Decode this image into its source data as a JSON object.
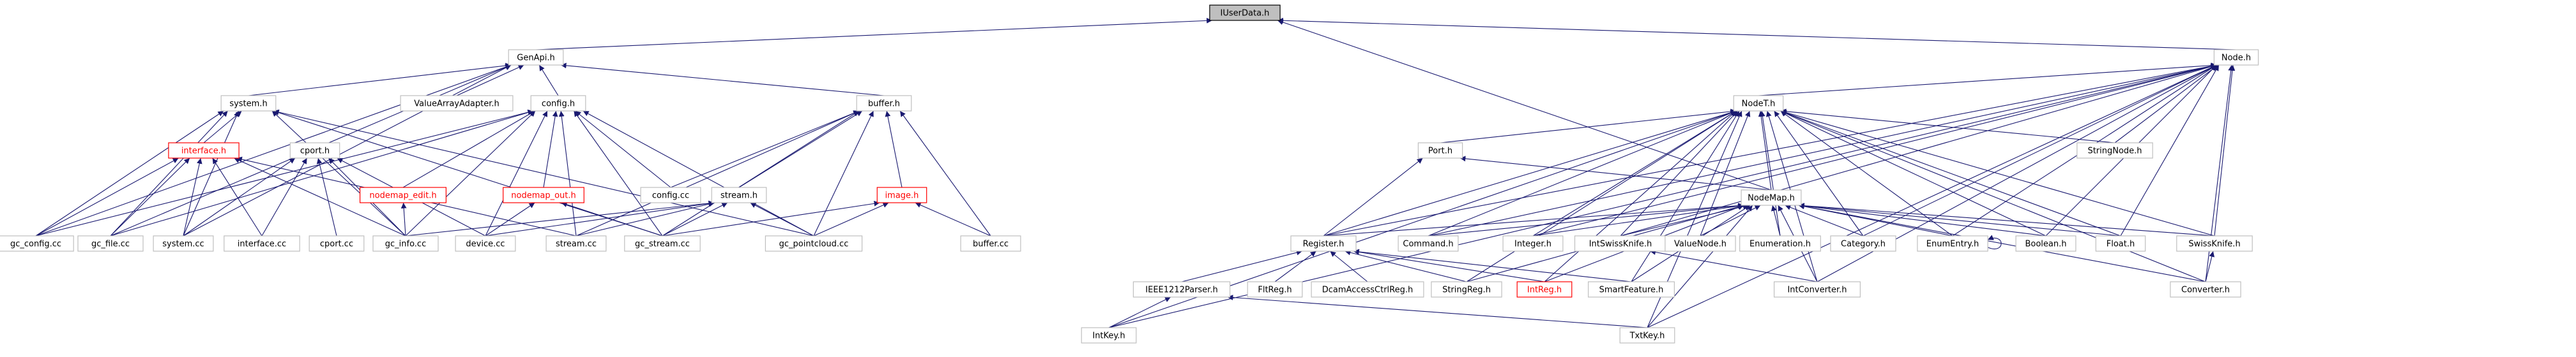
{
  "diagram": {
    "root": "IUserData.h",
    "nodes": [
      {
        "id": "IUserData.h",
        "label": "IUserData.h",
        "kind": "root"
      },
      {
        "id": "GenApi.h",
        "label": "GenApi.h",
        "kind": "normal"
      },
      {
        "id": "system.h",
        "label": "system.h",
        "kind": "normal"
      },
      {
        "id": "ValueArrayAdapter.h",
        "label": "ValueArrayAdapter.h",
        "kind": "normal"
      },
      {
        "id": "config.h",
        "label": "config.h",
        "kind": "normal"
      },
      {
        "id": "buffer.h",
        "label": "buffer.h",
        "kind": "normal"
      },
      {
        "id": "interface.h",
        "label": "interface.h",
        "kind": "red"
      },
      {
        "id": "cport.h",
        "label": "cport.h",
        "kind": "normal"
      },
      {
        "id": "nodemap_edit.h",
        "label": "nodemap_edit.h",
        "kind": "red"
      },
      {
        "id": "nodemap_out.h",
        "label": "nodemap_out.h",
        "kind": "red"
      },
      {
        "id": "config.cc",
        "label": "config.cc",
        "kind": "normal"
      },
      {
        "id": "stream.h",
        "label": "stream.h",
        "kind": "normal"
      },
      {
        "id": "image.h",
        "label": "image.h",
        "kind": "red"
      },
      {
        "id": "gc_config.cc",
        "label": "gc_config.cc",
        "kind": "normal"
      },
      {
        "id": "gc_file.cc",
        "label": "gc_file.cc",
        "kind": "normal"
      },
      {
        "id": "system.cc",
        "label": "system.cc",
        "kind": "normal"
      },
      {
        "id": "interface.cc",
        "label": "interface.cc",
        "kind": "normal"
      },
      {
        "id": "cport.cc",
        "label": "cport.cc",
        "kind": "normal"
      },
      {
        "id": "gc_info.cc",
        "label": "gc_info.cc",
        "kind": "normal"
      },
      {
        "id": "device.cc",
        "label": "device.cc",
        "kind": "normal"
      },
      {
        "id": "stream.cc",
        "label": "stream.cc",
        "kind": "normal"
      },
      {
        "id": "gc_stream.cc",
        "label": "gc_stream.cc",
        "kind": "normal"
      },
      {
        "id": "gc_pointcloud.cc",
        "label": "gc_pointcloud.cc",
        "kind": "normal"
      },
      {
        "id": "buffer.cc",
        "label": "buffer.cc",
        "kind": "normal"
      },
      {
        "id": "Node.h",
        "label": "Node.h",
        "kind": "normal"
      },
      {
        "id": "NodeT.h",
        "label": "NodeT.h",
        "kind": "normal"
      },
      {
        "id": "StringNode.h",
        "label": "StringNode.h",
        "kind": "normal"
      },
      {
        "id": "Port.h",
        "label": "Port.h",
        "kind": "normal"
      },
      {
        "id": "NodeMap.h",
        "label": "NodeMap.h",
        "kind": "normal"
      },
      {
        "id": "Register.h",
        "label": "Register.h",
        "kind": "normal"
      },
      {
        "id": "Command.h",
        "label": "Command.h",
        "kind": "normal"
      },
      {
        "id": "Integer.h",
        "label": "Integer.h",
        "kind": "normal"
      },
      {
        "id": "IntSwissKnife.h",
        "label": "IntSwissKnife.h",
        "kind": "normal"
      },
      {
        "id": "ValueNode.h",
        "label": "ValueNode.h",
        "kind": "normal"
      },
      {
        "id": "Enumeration.h",
        "label": "Enumeration.h",
        "kind": "normal"
      },
      {
        "id": "Category.h",
        "label": "Category.h",
        "kind": "normal"
      },
      {
        "id": "EnumEntry.h",
        "label": "EnumEntry.h",
        "kind": "normal"
      },
      {
        "id": "Boolean.h",
        "label": "Boolean.h",
        "kind": "normal"
      },
      {
        "id": "Float.h",
        "label": "Float.h",
        "kind": "normal"
      },
      {
        "id": "SwissKnife.h",
        "label": "SwissKnife.h",
        "kind": "normal"
      },
      {
        "id": "IEEE1212Parser.h",
        "label": "IEEE1212Parser.h",
        "kind": "normal"
      },
      {
        "id": "FltReg.h",
        "label": "FltReg.h",
        "kind": "normal"
      },
      {
        "id": "DcamAccessCtrlReg.h",
        "label": "DcamAccessCtrlReg.h",
        "kind": "normal"
      },
      {
        "id": "StringReg.h",
        "label": "StringReg.h",
        "kind": "normal"
      },
      {
        "id": "IntReg.h",
        "label": "IntReg.h",
        "kind": "red"
      },
      {
        "id": "SmartFeature.h",
        "label": "SmartFeature.h",
        "kind": "normal"
      },
      {
        "id": "IntConverter.h",
        "label": "IntConverter.h",
        "kind": "normal"
      },
      {
        "id": "Converter.h",
        "label": "Converter.h",
        "kind": "normal"
      },
      {
        "id": "IntKey.h",
        "label": "IntKey.h",
        "kind": "normal"
      },
      {
        "id": "TxtKey.h",
        "label": "TxtKey.h",
        "kind": "normal"
      }
    ],
    "edges": [
      [
        "IUserData.h",
        "GenApi.h"
      ],
      [
        "IUserData.h",
        "NodeMap.h"
      ],
      [
        "IUserData.h",
        "Node.h"
      ],
      [
        "GenApi.h",
        "system.h"
      ],
      [
        "GenApi.h",
        "ValueArrayAdapter.h"
      ],
      [
        "GenApi.h",
        "config.h"
      ],
      [
        "GenApi.h",
        "buffer.h"
      ],
      [
        "GenApi.h",
        "gc_config.cc"
      ],
      [
        "GenApi.h",
        "gc_file.cc"
      ],
      [
        "GenApi.h",
        "system.cc"
      ],
      [
        "system.h",
        "interface.h"
      ],
      [
        "system.h",
        "gc_config.cc"
      ],
      [
        "system.h",
        "gc_file.cc"
      ],
      [
        "system.h",
        "system.cc"
      ],
      [
        "system.h",
        "gc_info.cc"
      ],
      [
        "system.h",
        "gc_stream.cc"
      ],
      [
        "system.h",
        "gc_pointcloud.cc"
      ],
      [
        "config.h",
        "nodemap_edit.h"
      ],
      [
        "config.h",
        "nodemap_out.h"
      ],
      [
        "config.h",
        "config.cc"
      ],
      [
        "config.h",
        "gc_config.cc"
      ],
      [
        "config.h",
        "device.cc"
      ],
      [
        "config.h",
        "gc_stream.cc"
      ],
      [
        "config.h",
        "gc_pointcloud.cc"
      ],
      [
        "config.h",
        "gc_info.cc"
      ],
      [
        "config.h",
        "stream.cc"
      ],
      [
        "config.h",
        "gc_file.cc"
      ],
      [
        "buffer.h",
        "stream.h"
      ],
      [
        "buffer.h",
        "image.h"
      ],
      [
        "buffer.h",
        "config.cc"
      ],
      [
        "buffer.h",
        "buffer.cc"
      ],
      [
        "buffer.h",
        "gc_stream.cc"
      ],
      [
        "buffer.h",
        "gc_pointcloud.cc"
      ],
      [
        "buffer.h",
        "stream.cc"
      ],
      [
        "interface.h",
        "gc_config.cc"
      ],
      [
        "interface.h",
        "gc_file.cc"
      ],
      [
        "interface.h",
        "system.cc"
      ],
      [
        "interface.h",
        "interface.cc"
      ],
      [
        "interface.h",
        "gc_info.cc"
      ],
      [
        "interface.h",
        "stream.cc"
      ],
      [
        "cport.h",
        "system.cc"
      ],
      [
        "cport.h",
        "interface.cc"
      ],
      [
        "cport.h",
        "cport.cc"
      ],
      [
        "cport.h",
        "gc_info.cc"
      ],
      [
        "cport.h",
        "device.cc"
      ],
      [
        "nodemap_edit.h",
        "gc_info.cc"
      ],
      [
        "nodemap_out.h",
        "gc_stream.cc"
      ],
      [
        "nodemap_out.h",
        "device.cc"
      ],
      [
        "stream.h",
        "device.cc"
      ],
      [
        "stream.h",
        "stream.cc"
      ],
      [
        "stream.h",
        "gc_stream.cc"
      ],
      [
        "stream.h",
        "gc_info.cc"
      ],
      [
        "stream.h",
        "gc_pointcloud.cc"
      ],
      [
        "image.h",
        "buffer.cc"
      ],
      [
        "image.h",
        "gc_stream.cc"
      ],
      [
        "image.h",
        "gc_pointcloud.cc"
      ],
      [
        "Node.h",
        "NodeT.h"
      ],
      [
        "Node.h",
        "StringNode.h"
      ],
      [
        "Node.h",
        "Register.h"
      ],
      [
        "Node.h",
        "Command.h"
      ],
      [
        "Node.h",
        "Integer.h"
      ],
      [
        "Node.h",
        "IntSwissKnife.h"
      ],
      [
        "Node.h",
        "EnumEntry.h"
      ],
      [
        "Node.h",
        "Category.h"
      ],
      [
        "Node.h",
        "Boolean.h"
      ],
      [
        "Node.h",
        "Float.h"
      ],
      [
        "Node.h",
        "SwissKnife.h"
      ],
      [
        "Node.h",
        "Converter.h"
      ],
      [
        "Node.h",
        "IntConverter.h"
      ],
      [
        "Node.h",
        "IntKey.h"
      ],
      [
        "Node.h",
        "TxtKey.h"
      ],
      [
        "NodeT.h",
        "Port.h"
      ],
      [
        "NodeT.h",
        "NodeMap.h"
      ],
      [
        "NodeT.h",
        "StringNode.h"
      ],
      [
        "NodeT.h",
        "Register.h"
      ],
      [
        "NodeT.h",
        "Command.h"
      ],
      [
        "NodeT.h",
        "Integer.h"
      ],
      [
        "NodeT.h",
        "IntSwissKnife.h"
      ],
      [
        "NodeT.h",
        "ValueNode.h"
      ],
      [
        "NodeT.h",
        "Enumeration.h"
      ],
      [
        "NodeT.h",
        "Category.h"
      ],
      [
        "NodeT.h",
        "EnumEntry.h"
      ],
      [
        "NodeT.h",
        "Boolean.h"
      ],
      [
        "NodeT.h",
        "Float.h"
      ],
      [
        "NodeT.h",
        "SwissKnife.h"
      ],
      [
        "NodeT.h",
        "IntReg.h"
      ],
      [
        "NodeT.h",
        "SmartFeature.h"
      ],
      [
        "NodeT.h",
        "StringReg.h"
      ],
      [
        "NodeT.h",
        "IntKey.h"
      ],
      [
        "NodeT.h",
        "TxtKey.h"
      ],
      [
        "NodeT.h",
        "Converter.h"
      ],
      [
        "NodeT.h",
        "IntConverter.h"
      ],
      [
        "Port.h",
        "Register.h"
      ],
      [
        "Port.h",
        "NodeMap.h"
      ],
      [
        "NodeMap.h",
        "Register.h"
      ],
      [
        "NodeMap.h",
        "Command.h"
      ],
      [
        "NodeMap.h",
        "Integer.h"
      ],
      [
        "NodeMap.h",
        "IntSwissKnife.h"
      ],
      [
        "NodeMap.h",
        "ValueNode.h"
      ],
      [
        "NodeMap.h",
        "Enumeration.h"
      ],
      [
        "NodeMap.h",
        "Category.h"
      ],
      [
        "NodeMap.h",
        "EnumEntry.h"
      ],
      [
        "NodeMap.h",
        "Boolean.h"
      ],
      [
        "NodeMap.h",
        "Float.h"
      ],
      [
        "NodeMap.h",
        "SwissKnife.h"
      ],
      [
        "NodeMap.h",
        "IntReg.h"
      ],
      [
        "NodeMap.h",
        "SmartFeature.h"
      ],
      [
        "NodeMap.h",
        "StringReg.h"
      ],
      [
        "NodeMap.h",
        "IntConverter.h"
      ],
      [
        "NodeMap.h",
        "Converter.h"
      ],
      [
        "NodeMap.h",
        "TxtKey.h"
      ],
      [
        "Register.h",
        "IEEE1212Parser.h"
      ],
      [
        "Register.h",
        "FltReg.h"
      ],
      [
        "Register.h",
        "DcamAccessCtrlReg.h"
      ],
      [
        "Register.h",
        "StringReg.h"
      ],
      [
        "Register.h",
        "IntReg.h"
      ],
      [
        "Register.h",
        "SmartFeature.h"
      ],
      [
        "IEEE1212Parser.h",
        "IntKey.h"
      ],
      [
        "IEEE1212Parser.h",
        "TxtKey.h"
      ],
      [
        "IntSwissKnife.h",
        "IntConverter.h"
      ],
      [
        "SwissKnife.h",
        "Converter.h"
      ],
      [
        "EnumEntry.h",
        "EnumEntry.h"
      ]
    ]
  }
}
